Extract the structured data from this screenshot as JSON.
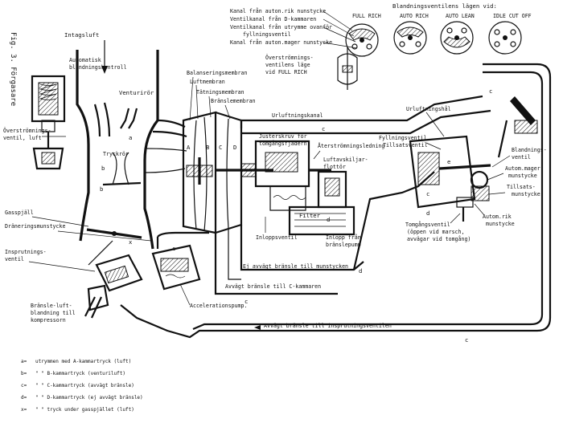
{
  "figure_title": "Fig. 3. Förgasare",
  "valve_header": "Blandningsventilens lägen vid:",
  "valve_positions": [
    "FULL RICH",
    "AUTO RICH",
    "AUTO LEAN",
    "IDLE CUT OFF"
  ],
  "legend_top": [
    "Kanal från auton.rik nunstycke",
    "Ventilkanal från D-kammaren",
    "Ventilkanal från utrymme ovanför",
    "fyllningsventil",
    "Kanal från auton.mager nunstycke"
  ],
  "labels": {
    "intake_air": "Intagsluft",
    "auto_mix_control_1": "Automatisk",
    "auto_mix_control_2": "blandningskontroll",
    "venturi": "Venturirör",
    "air_diaphragm": "Luftmembran",
    "balance_diaphragm": "Balanseringsmembran",
    "sealing_diaphragm": "Tätningsmembran",
    "fuel_diaphragm": "Bränslemembran",
    "overflow_valve_pos_1": "Överströmnings-",
    "overflow_valve_pos_2": "ventilens läge",
    "overflow_valve_pos_3": "vid FULL RICH",
    "vent_channel": "Urluftningskanal",
    "vent_hole": "Urluftningshål",
    "adjust_screw_1": "Justerskruv för",
    "adjust_screw_2": "tomgångsfjädern",
    "return_line": "Återströmningsledning",
    "air_separator_1": "Luftavskiljar-",
    "air_separator_2": "flottör",
    "fill_valve_1": "Fyllningsventil",
    "fill_valve_2": "Tillsatsventil",
    "mix_valve_1": "Blandnings-",
    "mix_valve_2": "ventil",
    "auto_lean_1": "Autom.mager",
    "auto_lean_2": "munstycke",
    "extra_nozzle_1": "Tillsats-",
    "extra_nozzle_2": "munstycke",
    "auto_rich_1": "Autom.rik",
    "auto_rich_2": "munstycke",
    "idle_valve_1": "Tomgångsventil",
    "idle_valve_2": "(öppen vid marsch,",
    "idle_valve_3": "avvägar vid tomgång)",
    "overflow_air_1": "Överströmnings-",
    "overflow_air_2": "ventil, luft",
    "pressure_tubes": "Tryckrör",
    "throttle": "Gasspjäll",
    "drain_nozzle": "Dräneringsmunstycke",
    "injection_valve_1": "Insprutnings-",
    "injection_valve_2": "ventil",
    "fuel_air_1": "Bränsle-luft-",
    "fuel_air_2": "blandning till",
    "fuel_air_3": "kompressorn",
    "inlet_valve": "Inloppsventil",
    "filter": "Filter",
    "inlet_from_1": "Inlopp från",
    "inlet_from_2": "bränslepump",
    "unmetered_fuel": "Ej avvägt bränsle till munstycken",
    "metered_fuel_c": "Avvägt bränsle till C-kammaren",
    "accel_pump": "Accelerationspump.",
    "metered_fuel_inj": "Avvägt bränsle till insprutningsventilen"
  },
  "chamber_letters": [
    "A",
    "B",
    "C",
    "D"
  ],
  "flow_letters": [
    "a",
    "b",
    "c",
    "d",
    "e",
    "x"
  ],
  "legend_bottom": [
    {
      "key": "a=",
      "text": "utrymmen med A-kammartryck (luft)"
    },
    {
      "key": "b=",
      "text": "\"   \"   B-kammartryck (venturiluft)"
    },
    {
      "key": "c=",
      "text": "\"   \"   C-kammartryck (avvägt bränsle)"
    },
    {
      "key": "d=",
      "text": "\"   \"   D-kammartryck (ej avvägt bränsle)"
    },
    {
      "key": "x=",
      "text": "\"   \"   tryck under gasspjället (luft)"
    }
  ]
}
